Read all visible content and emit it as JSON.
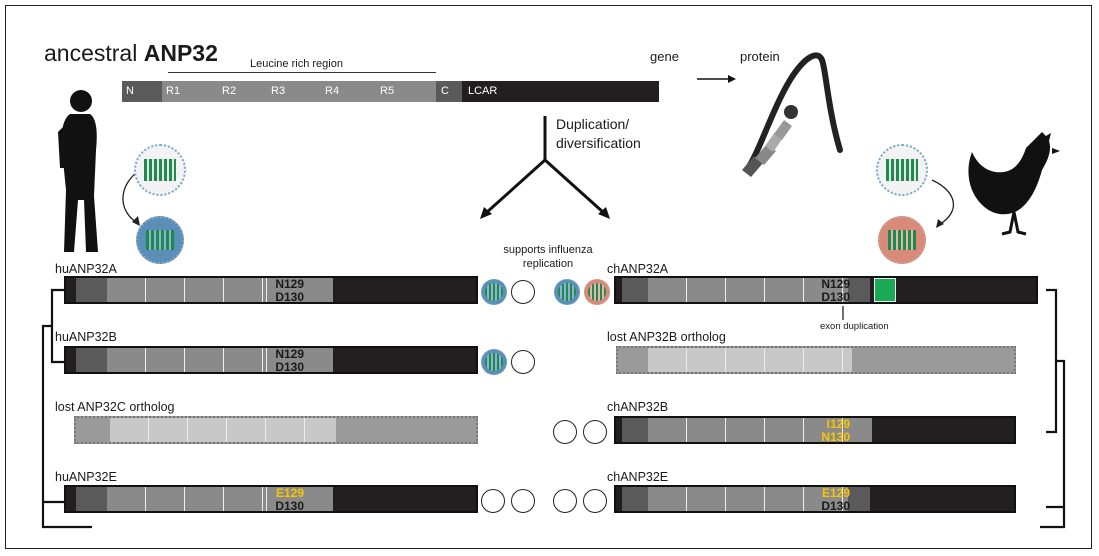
{
  "title": {
    "prefix": "ancestral ",
    "bold": "ANP32"
  },
  "lrr_label": "Leucine rich region",
  "domains": [
    "N",
    "R1",
    "R2",
    "R3",
    "R4",
    "R5",
    "C",
    "LCAR"
  ],
  "gene_label": "gene",
  "protein_label": "protein",
  "duplication_line1": "Duplication/",
  "duplication_line2": "diversification",
  "supports_line1": "supports influenza",
  "supports_line2": "replication",
  "human": {
    "a": {
      "name": "huANP32A",
      "m1": "N129",
      "m2": "D130"
    },
    "b": {
      "name": "huANP32B",
      "m1": "N129",
      "m2": "D130"
    },
    "c": {
      "name": "lost ANP32C ortholog"
    },
    "e": {
      "name": "huANP32E",
      "m1": "E129",
      "m2": "D130"
    }
  },
  "chicken": {
    "a": {
      "name": "chANP32A",
      "m1": "N129",
      "m2": "D130"
    },
    "lostb": {
      "name": "lost ANP32B ortholog"
    },
    "b": {
      "name": "chANP32B",
      "m1": "I129",
      "m2": "N130"
    },
    "e": {
      "name": "chANP32E",
      "m1": "E129",
      "m2": "D130"
    }
  },
  "exon_label": "exon duplication",
  "colors": {
    "dark": "#231f20",
    "mid": "#8a8a8a",
    "light": "#b3b3b3",
    "exon": "#1aaa55",
    "highlight": "#f7c600",
    "virus_blue": "#5b8fb8",
    "virus_red": "#d98a78"
  },
  "icons": [
    "human-silhouette",
    "chicken-silhouette",
    "anp32-protein-drawing",
    "influenza-virion"
  ]
}
